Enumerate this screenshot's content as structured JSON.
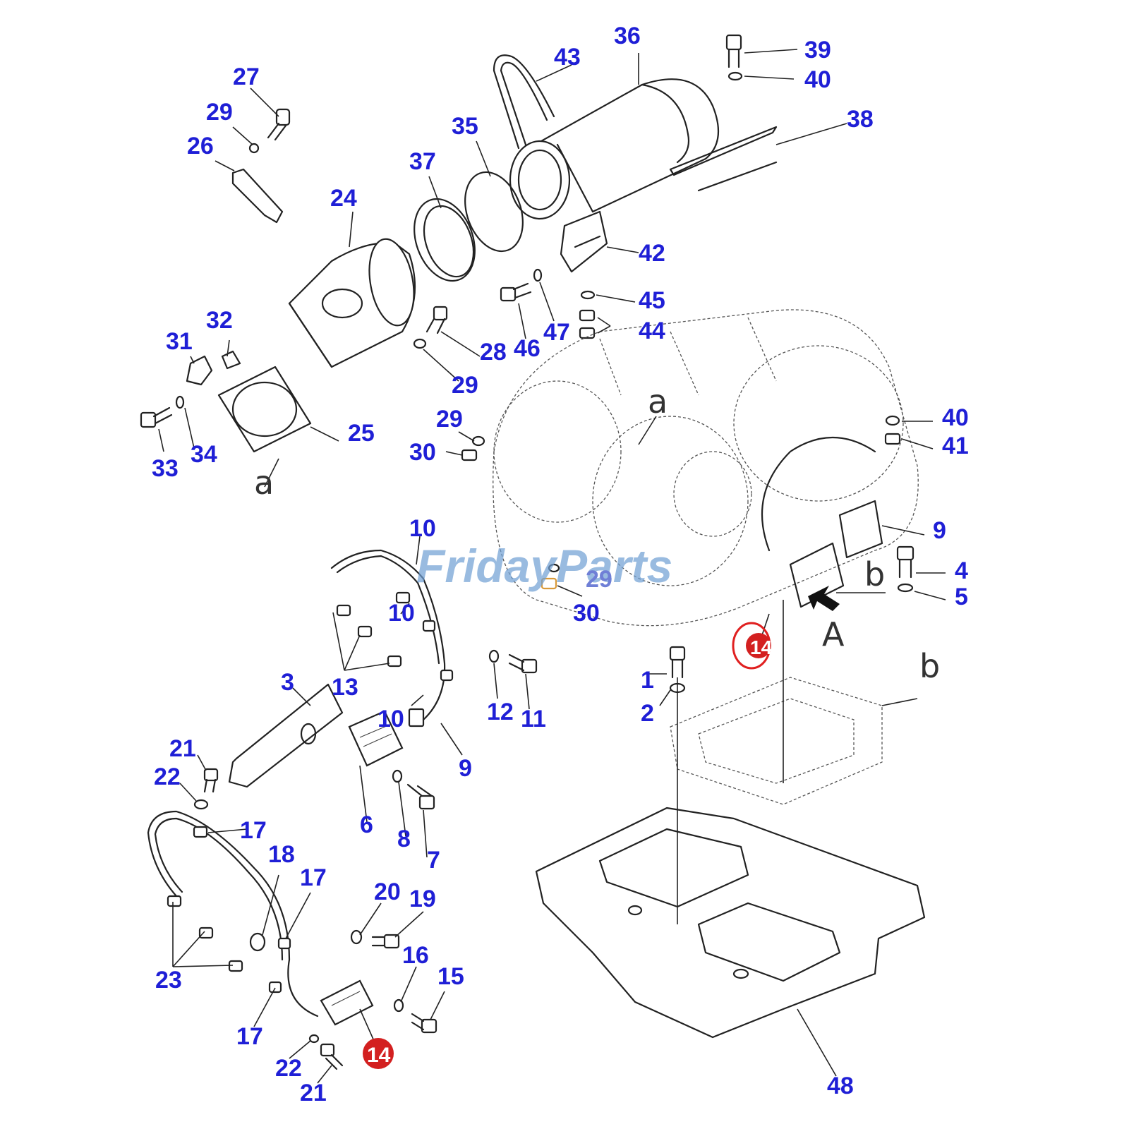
{
  "watermark": "FridayParts",
  "reference_letters": {
    "a_upper": "a",
    "a_lower": "a",
    "A": "A",
    "b_upper": "b",
    "b_lower": "b"
  },
  "callouts": {
    "c27": "27",
    "c29_top": "29",
    "c26": "26",
    "c24": "24",
    "c37": "37",
    "c35": "35",
    "c43": "43",
    "c36": "36",
    "c39": "39",
    "c40_top": "40",
    "c38": "38",
    "c42": "42",
    "c45": "45",
    "c46": "46",
    "c47": "47",
    "c44": "44",
    "c28": "28",
    "c29_mid": "29",
    "c32": "32",
    "c31": "31",
    "c25": "25",
    "c33": "33",
    "c34": "34",
    "c29_left": "29",
    "c30_left": "30",
    "c40_right": "40",
    "c41": "41",
    "c9_right": "9",
    "c4": "4",
    "c5": "5",
    "c29_wm": "29",
    "c30_wm": "30",
    "c14_highlight": "14",
    "c10_top": "10",
    "c10_mid": "10",
    "c10_low": "10",
    "c13": "13",
    "c3": "3",
    "c12": "12",
    "c11": "11",
    "c9_left": "9",
    "c1": "1",
    "c2": "2",
    "c21_top": "21",
    "c22_top": "22",
    "c17_top": "17",
    "c6": "6",
    "c8": "8",
    "c7": "7",
    "c18": "18",
    "c17_mid": "17",
    "c20": "20",
    "c19": "19",
    "c23": "23",
    "c16": "16",
    "c15": "15",
    "c17_low": "17",
    "c14_bottom": "14",
    "c22_low": "22",
    "c21_low": "21",
    "c48": "48"
  }
}
